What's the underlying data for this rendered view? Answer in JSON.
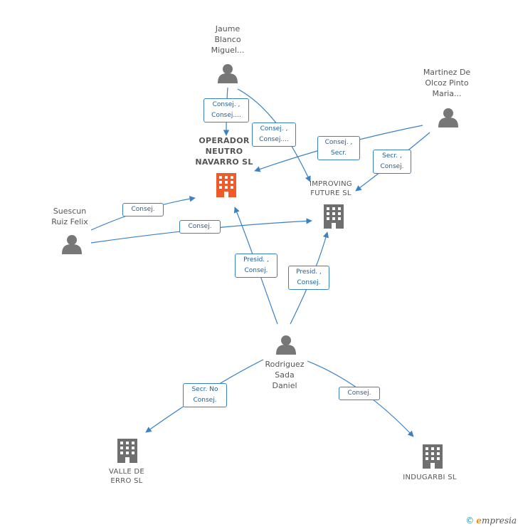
{
  "colors": {
    "edge": "#3b82c4",
    "person": "#777777",
    "company": "#6f6f6f",
    "main_company": "#f05a28"
  },
  "nodes": {
    "jaume": {
      "label": "Jaume\nBlanco\nMiguel..."
    },
    "martinez": {
      "label": "Martinez De\nOlcoz Pinto\nMaria..."
    },
    "operador": {
      "label": "OPERADOR\nNEUTRO\nNAVARRO SL"
    },
    "improving": {
      "label": "IMPROVING\nFUTURE SL"
    },
    "suescun": {
      "label": "Suescun\nRuiz Felix"
    },
    "rodriguez": {
      "label": "Rodriguez\nSada\nDaniel"
    },
    "valle": {
      "label": "VALLE DE\nERRO SL"
    },
    "indugarbi": {
      "label": "INDUGARBI SL"
    }
  },
  "edges": {
    "jaume_operador": "Consej. ,\nConsej....",
    "jaume_improving": "Consej. ,\nConsej....",
    "martinez_operador": "Consej. ,\nSecr.",
    "martinez_improving": "Secr. ,\nConsej.",
    "suescun_operador": "Consej.",
    "suescun_improving": "Consej.",
    "rodriguez_operador": "Presid. ,\nConsej.",
    "rodriguez_improving": "Presid. ,\nConsej.",
    "rodriguez_valle": "Secr. No\nConsej.",
    "rodriguez_indugarbi": "Consej."
  },
  "footer": {
    "copyright": "©",
    "brand_first": "e",
    "brand_rest": "mpresia"
  }
}
